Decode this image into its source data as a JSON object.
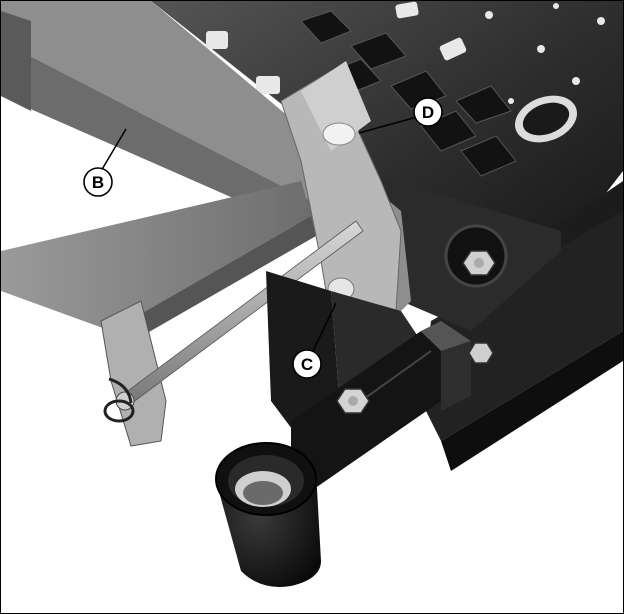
{
  "callouts": [
    {
      "id": "B",
      "label": "B"
    },
    {
      "id": "C",
      "label": "C"
    },
    {
      "id": "D",
      "label": "D"
    }
  ],
  "colors": {
    "background": "#ffffff",
    "frame_dark": "#3a3a3a",
    "frame_mid": "#7a7a7a",
    "frame_light": "#b4b4b4",
    "metal_black": "#141414",
    "plate": "#2a2a2a"
  }
}
